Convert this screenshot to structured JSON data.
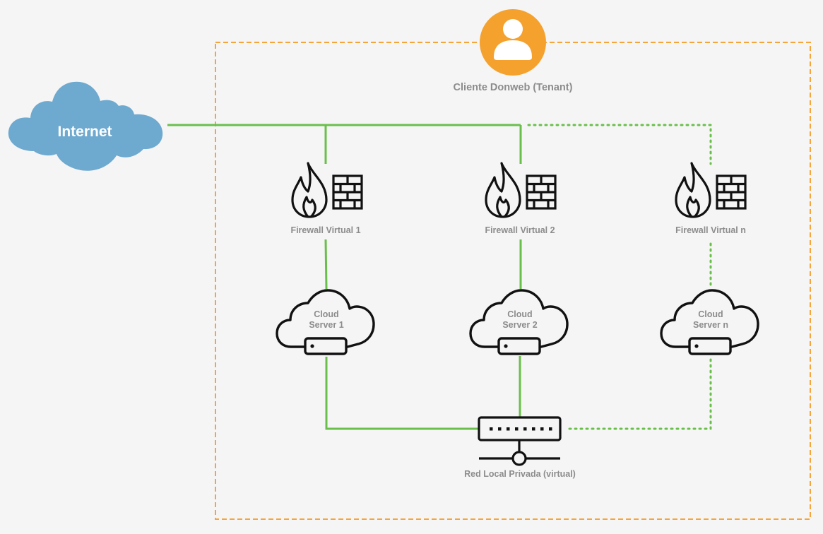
{
  "diagram": {
    "internet": {
      "label": "Internet"
    },
    "tenant": {
      "label": "Cliente Donweb (Tenant)"
    },
    "firewalls": [
      {
        "label": "Firewall Virtual 1"
      },
      {
        "label": "Firewall Virtual 2"
      },
      {
        "label": "Firewall Virtual n"
      }
    ],
    "servers": [
      {
        "line1": "Cloud",
        "line2": "Server 1"
      },
      {
        "line1": "Cloud",
        "line2": "Server 2"
      },
      {
        "line1": "Cloud",
        "line2": "Server n"
      }
    ],
    "switch": {
      "label": "Red Local Privada (virtual)"
    },
    "colors": {
      "tenant_border": "#f5a53a",
      "tenant_icon": "#f5a12e",
      "link": "#6abf4b",
      "cloud": "#6ea9cf",
      "label": "#8c8c8c",
      "icon_stroke": "#111111"
    }
  }
}
